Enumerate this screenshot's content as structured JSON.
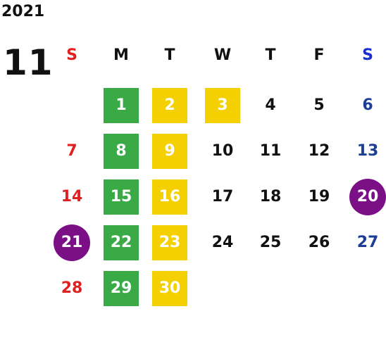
{
  "year": "2021",
  "month": "11",
  "colors": {
    "sunday": "#e02020",
    "saturday": "#1c3f95",
    "weekday": "#111111",
    "green": "#3aaa46",
    "yellow": "#f5d000",
    "purple": "#7a0f86"
  },
  "weekdays": [
    "S",
    "M",
    "T",
    "W",
    "T",
    "F",
    "S"
  ],
  "days": [
    {
      "n": "1",
      "col": 1,
      "row": 0,
      "hl": "green"
    },
    {
      "n": "2",
      "col": 2,
      "row": 0,
      "hl": "yellow"
    },
    {
      "n": "3",
      "col": 3,
      "row": 0,
      "hl": "yellow"
    },
    {
      "n": "4",
      "col": 4,
      "row": 0
    },
    {
      "n": "5",
      "col": 5,
      "row": 0
    },
    {
      "n": "6",
      "col": 6,
      "row": 0
    },
    {
      "n": "7",
      "col": 0,
      "row": 1
    },
    {
      "n": "8",
      "col": 1,
      "row": 1,
      "hl": "green"
    },
    {
      "n": "9",
      "col": 2,
      "row": 1,
      "hl": "yellow"
    },
    {
      "n": "10",
      "col": 3,
      "row": 1
    },
    {
      "n": "11",
      "col": 4,
      "row": 1
    },
    {
      "n": "12",
      "col": 5,
      "row": 1
    },
    {
      "n": "13",
      "col": 6,
      "row": 1
    },
    {
      "n": "14",
      "col": 0,
      "row": 2
    },
    {
      "n": "15",
      "col": 1,
      "row": 2,
      "hl": "green"
    },
    {
      "n": "16",
      "col": 2,
      "row": 2,
      "hl": "yellow"
    },
    {
      "n": "17",
      "col": 3,
      "row": 2
    },
    {
      "n": "18",
      "col": 4,
      "row": 2
    },
    {
      "n": "19",
      "col": 5,
      "row": 2
    },
    {
      "n": "20",
      "col": 6,
      "row": 2,
      "hl": "purple"
    },
    {
      "n": "21",
      "col": 0,
      "row": 3,
      "hl": "purple"
    },
    {
      "n": "22",
      "col": 1,
      "row": 3,
      "hl": "green"
    },
    {
      "n": "23",
      "col": 2,
      "row": 3,
      "hl": "yellow"
    },
    {
      "n": "24",
      "col": 3,
      "row": 3
    },
    {
      "n": "25",
      "col": 4,
      "row": 3
    },
    {
      "n": "26",
      "col": 5,
      "row": 3
    },
    {
      "n": "27",
      "col": 6,
      "row": 3
    },
    {
      "n": "28",
      "col": 0,
      "row": 4
    },
    {
      "n": "29",
      "col": 1,
      "row": 4,
      "hl": "green"
    },
    {
      "n": "30",
      "col": 2,
      "row": 4,
      "hl": "yellow"
    }
  ]
}
